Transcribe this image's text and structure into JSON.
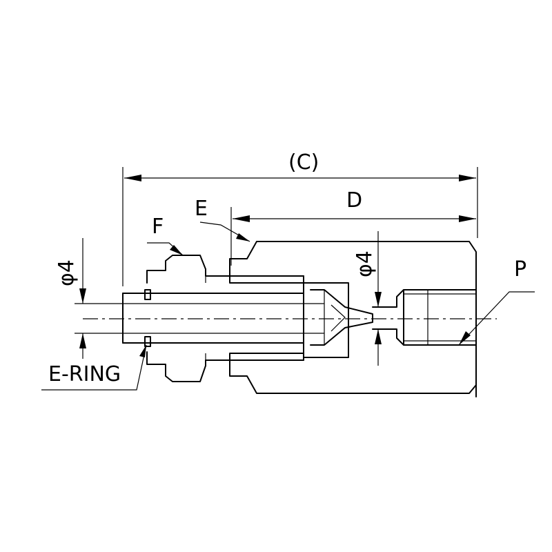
{
  "labels": {
    "overall_length": "(C)",
    "thread_length": "D",
    "nut": "E",
    "hex_body": "F",
    "port_thread": "P",
    "retaining_ring": "E-RING",
    "stem_diameter": "φ4",
    "bore_diameter": "φ4"
  },
  "colors": {
    "line": "#000000",
    "background": "#ffffff"
  }
}
